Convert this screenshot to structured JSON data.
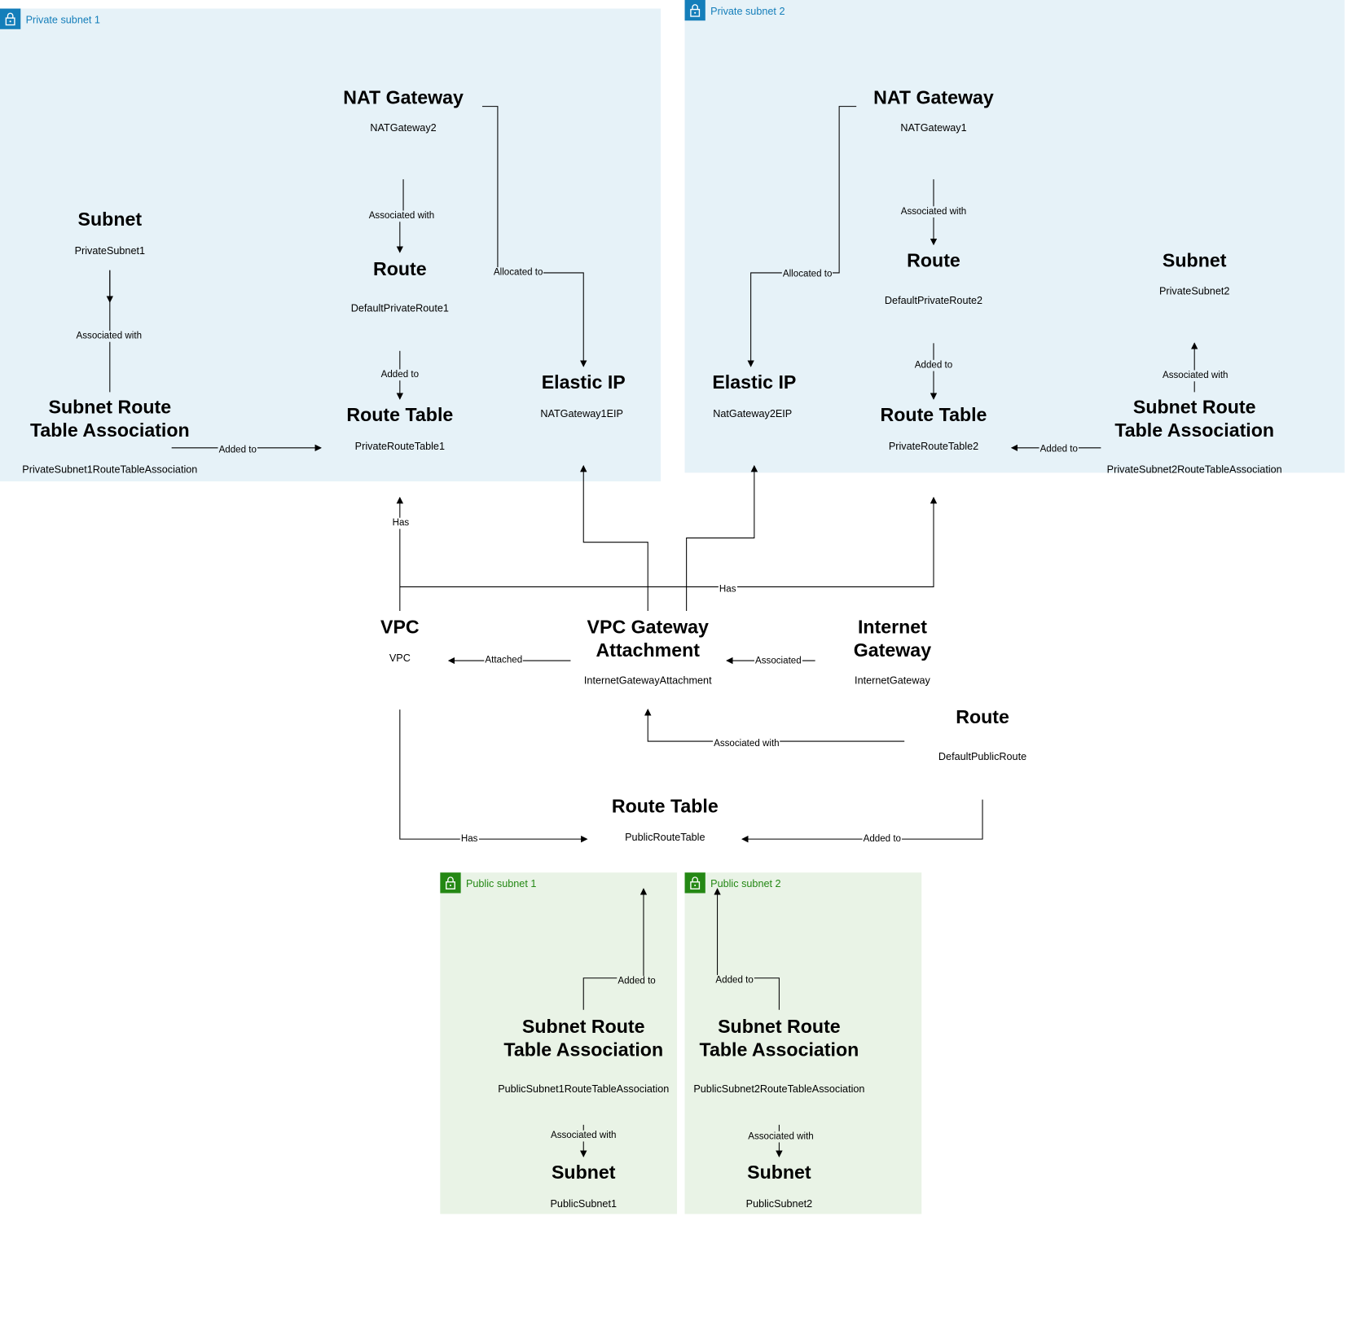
{
  "groups": {
    "private1": {
      "label": "Private subnet 1",
      "icon": "lock-icon",
      "color": "#147eba"
    },
    "private2": {
      "label": "Private subnet 2",
      "icon": "lock-icon",
      "color": "#147eba"
    },
    "public1": {
      "label": "Public subnet 1",
      "icon": "lock-icon",
      "color": "#248814"
    },
    "public2": {
      "label": "Public subnet 2",
      "icon": "lock-icon",
      "color": "#248814"
    }
  },
  "nodes": {
    "nat2": {
      "title": "NAT Gateway",
      "name": "NATGateway2"
    },
    "route_priv1": {
      "title": "Route",
      "name": "DefaultPrivateRoute1"
    },
    "subnet_priv1": {
      "title": "Subnet",
      "name": "PrivateSubnet1"
    },
    "srta_priv1": {
      "title": "Subnet Route\nTable Association",
      "name": "PrivateSubnet1RouteTableAssociation"
    },
    "rt_priv1": {
      "title": "Route Table",
      "name": "PrivateRouteTable1"
    },
    "eip1": {
      "title": "Elastic IP",
      "name": "NATGateway1EIP"
    },
    "nat1": {
      "title": "NAT Gateway",
      "name": "NATGateway1"
    },
    "route_priv2": {
      "title": "Route",
      "name": "DefaultPrivateRoute2"
    },
    "subnet_priv2": {
      "title": "Subnet",
      "name": "PrivateSubnet2"
    },
    "eip2": {
      "title": "Elastic IP",
      "name": "NatGateway2EIP"
    },
    "rt_priv2": {
      "title": "Route Table",
      "name": "PrivateRouteTable2"
    },
    "srta_priv2": {
      "title": "Subnet Route\nTable Association",
      "name": "PrivateSubnet2RouteTableAssociation"
    },
    "vpc": {
      "title": "VPC",
      "name": "VPC"
    },
    "vga": {
      "title": "VPC Gateway\nAttachment",
      "name": "InternetGatewayAttachment"
    },
    "igw": {
      "title": "Internet\nGateway",
      "name": "InternetGateway"
    },
    "route_pub": {
      "title": "Route",
      "name": "DefaultPublicRoute"
    },
    "rt_pub": {
      "title": "Route Table",
      "name": "PublicRouteTable"
    },
    "srta_pub1": {
      "title": "Subnet Route\nTable Association",
      "name": "PublicSubnet1RouteTableAssociation"
    },
    "srta_pub2": {
      "title": "Subnet Route\nTable Association",
      "name": "PublicSubnet2RouteTableAssociation"
    },
    "subnet_pub1": {
      "title": "Subnet",
      "name": "PublicSubnet1"
    },
    "subnet_pub2": {
      "title": "Subnet",
      "name": "PublicSubnet2"
    }
  },
  "edges": {
    "e_nat2_route1": "Associated with",
    "e_nat2_eip1": "Allocated to",
    "e_subnet1_srta1": "Associated with",
    "e_route1_rt1": "Added to",
    "e_srta1_rt1": "Added to",
    "e_nat1_route2": "Associated with",
    "e_nat1_eip2": "Allocated to",
    "e_route2_rt2": "Added to",
    "e_srta2_subnet2": "Associated with",
    "e_srta2_rt2": "Added to",
    "e_vpc_rt1": "Has",
    "e_vpc_rt2": "Has",
    "e_vga_vpc": "Attached",
    "e_igw_vga": "Associated",
    "e_routepub_vga": "Associated with",
    "e_vpc_rtpub": "Has",
    "e_routepub_rtpub": "Added to",
    "e_srtapub1_rtpub": "Added to",
    "e_srtapub2_rtpub": "Added to",
    "e_srtapub1_subnet": "Associated with",
    "e_srtapub2_subnet": "Associated with"
  }
}
